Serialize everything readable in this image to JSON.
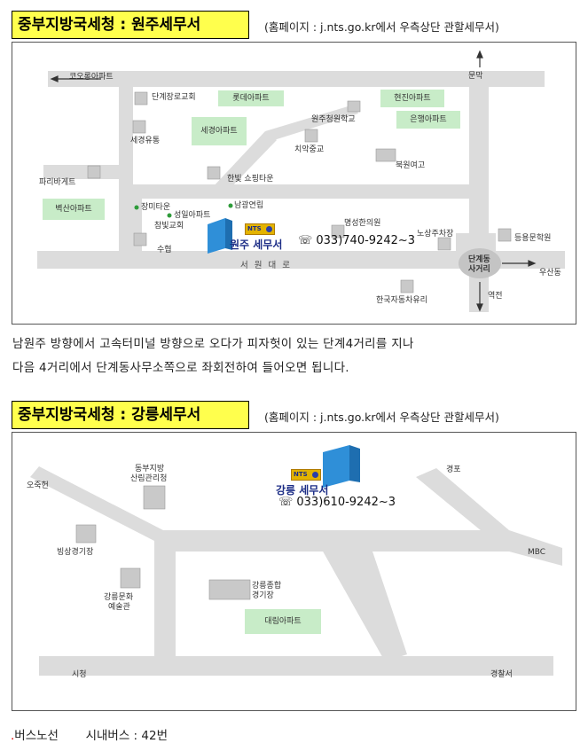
{
  "section1": {
    "title": "중부지방국세청 : 원주세무서",
    "homepage": "(홈페이지 : j.nts.go.kr에서 우측상단 관할세무서)",
    "office_name": "원주 세무서",
    "phone": "☏ 033)740-9242~3",
    "badge": "NTS",
    "labels": {
      "koryong_apt": "코오롱아파트",
      "munmak": "문막",
      "danggye_church": "단계장로교회",
      "lotte_apt": "롯데아파트",
      "hyundai_apt": "현진아파트",
      "jeongeup_school": "원주청원학교",
      "eunhaeng_apt": "은행아파트",
      "sekyung_apt": "세경아파트",
      "sekyung_yutong": "세경유통",
      "chiak_middle": "치악중교",
      "bugwon_girls": "북원여고",
      "paris_baguette": "파리바게트",
      "hanbit_shopping": "한빛 쇼핑타운",
      "byeoksan_apt": "벽산아파트",
      "jangmi_town": "장미타운",
      "namgwang_yeollip": "남광연립",
      "seongil_apt": "성일아파트",
      "chambit_church": "참빛교회",
      "myeongseong_clinic": "명성한의원",
      "nosang_parking": "노상주차장",
      "deungyong_academy": "등용문학원",
      "suhyeop": "수협",
      "seowondaero": "서 원 대 로",
      "danggye_intersection_1": "단계동",
      "danggye_intersection_2": "사거리",
      "usando": "우산동",
      "station": "역전",
      "korea_glass": "한국자동차유리"
    },
    "description_line1": "남원주 방향에서 고속터미널 방향으로 오다가 피자헛이 있는 단계4거리를 지나",
    "description_line2": "다음 4거리에서 단계동사무소쪽으로 좌회전하여 들어오면 됩니다."
  },
  "section2": {
    "title": "중부지방국세청 : 강릉세무서",
    "homepage": "(홈페이지 : j.nts.go.kr에서 우측상단 관할세무서)",
    "office_name": "강릉 세무서",
    "phone": "☏ 033)610-9242~3",
    "badge": "NTS",
    "labels": {
      "forest_office_1": "동부지방",
      "forest_office_2": "산림관리청",
      "ojukheon": "오죽헌",
      "gyeongpo": "경포",
      "ice_rink": "빙상경기장",
      "mbc": "MBC",
      "sports_complex_1": "강릉종합",
      "sports_complex_2": "경기장",
      "arts_center_1": "강릉문화",
      "arts_center_2": "예술관",
      "daerim_apt": "대림아파트",
      "city_hall": "시청",
      "police_station": "경찰서"
    }
  },
  "bus": {
    "bullet": ".",
    "label": "버스노선",
    "value": "시내버스 : 42번"
  },
  "colors": {
    "title_bg": "#ffff4d",
    "road": "#dcdcdc",
    "green_block": "#c8ecc8",
    "building": "#c9c9c9",
    "office_blue": "#2f8fd8",
    "office_text": "#1c2d86"
  }
}
